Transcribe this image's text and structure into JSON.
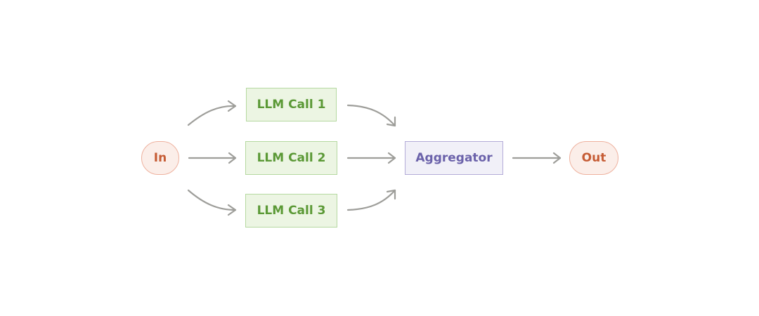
{
  "diagram": {
    "nodes": {
      "input": "In",
      "llm_call_1": "LLM Call 1",
      "llm_call_2": "LLM Call 2",
      "llm_call_3": "LLM Call 3",
      "aggregator": "Aggregator",
      "output": "Out"
    },
    "edges": [
      {
        "from": "In",
        "to": "LLM Call 1"
      },
      {
        "from": "In",
        "to": "LLM Call 2"
      },
      {
        "from": "In",
        "to": "LLM Call 3"
      },
      {
        "from": "LLM Call 1",
        "to": "Aggregator"
      },
      {
        "from": "LLM Call 2",
        "to": "Aggregator"
      },
      {
        "from": "LLM Call 3",
        "to": "Aggregator"
      },
      {
        "from": "Aggregator",
        "to": "Out"
      }
    ],
    "colors": {
      "terminal_fill": "#fbeee9",
      "terminal_border": "#eeb19e",
      "terminal_text": "#c65d36",
      "llm_fill": "#ecf5e3",
      "llm_border": "#b5d9a0",
      "llm_text": "#5b9936",
      "aggregator_fill": "#f1f0f8",
      "aggregator_border": "#b4acd8",
      "aggregator_text": "#6b62aa",
      "arrow": "#9e9e9a"
    }
  }
}
